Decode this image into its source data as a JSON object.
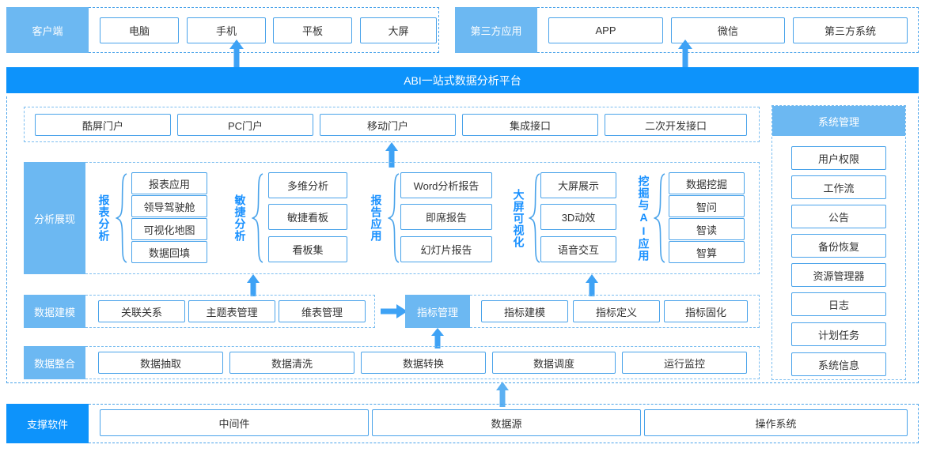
{
  "colors": {
    "accent_strong": "#0d93fb",
    "accent_light": "#6cb8f2",
    "border": "#4aa3ea",
    "text_blue": "#1890ff"
  },
  "client_row": {
    "label": "客户端",
    "items": [
      "电脑",
      "手机",
      "平板",
      "大屏"
    ]
  },
  "third_party_row": {
    "label": "第三方应用",
    "items": [
      "APP",
      "微信",
      "第三方系统"
    ]
  },
  "platform_banner": {
    "title": "ABI一站式数据分析平台"
  },
  "portal_row": {
    "items": [
      "酷屏门户",
      "PC门户",
      "移动门户",
      "集成接口",
      "二次开发接口"
    ]
  },
  "analysis_layer": {
    "label": "分析展现",
    "groups": [
      {
        "name": "报表分析",
        "items": [
          "报表应用",
          "领导驾驶舱",
          "可视化地图",
          "数据回填"
        ]
      },
      {
        "name": "敏捷分析",
        "items": [
          "多维分析",
          "敏捷看板",
          "看板集"
        ]
      },
      {
        "name": "报告应用",
        "items": [
          "Word分析报告",
          "即席报告",
          "幻灯片报告"
        ]
      },
      {
        "name": "大屏可视化",
        "items": [
          "大屏展示",
          "3D动效",
          "语音交互"
        ]
      },
      {
        "name": "挖掘与AI应用",
        "items": [
          "数据挖掘",
          "智问",
          "智读",
          "智算"
        ]
      }
    ]
  },
  "modeling_layer": {
    "label": "数据建模",
    "items": [
      "关联关系",
      "主题表管理",
      "维表管理"
    ],
    "metric_label": "指标管理",
    "metric_items": [
      "指标建模",
      "指标定义",
      "指标固化"
    ]
  },
  "integration_layer": {
    "label": "数据整合",
    "items": [
      "数据抽取",
      "数据清洗",
      "数据转换",
      "数据调度",
      "运行监控"
    ]
  },
  "system_management": {
    "label": "系统管理",
    "items": [
      "用户权限",
      "工作流",
      "公告",
      "备份恢复",
      "资源管理器",
      "日志",
      "计划任务",
      "系统信息"
    ]
  },
  "support_row": {
    "label": "支撑软件",
    "items": [
      "中间件",
      "数据源",
      "操作系统"
    ]
  }
}
